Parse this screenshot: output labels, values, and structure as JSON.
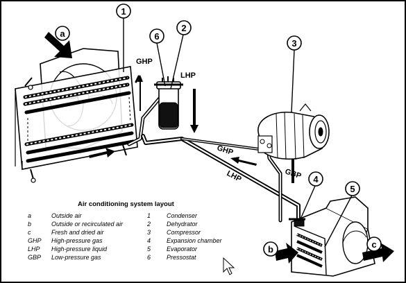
{
  "diagram": {
    "title": "Air conditioning system layout",
    "callouts": {
      "n1": "1",
      "n2": "2",
      "n3": "3",
      "n4": "4",
      "n5": "5",
      "n6": "6",
      "a": "a",
      "b": "b",
      "c": "c"
    },
    "flow_labels": {
      "ghp_top": "GHP",
      "lhp_top": "LHP",
      "ghp_mid": "GHP",
      "lhp_mid": "LHP",
      "gbp": "GBP"
    },
    "legend_left": [
      {
        "key": "a",
        "text": "Outside air"
      },
      {
        "key": "b",
        "text": "Outside or recirculated air"
      },
      {
        "key": "c",
        "text": "Fresh and dried air"
      },
      {
        "key": "GHP",
        "text": "High-pressure gas"
      },
      {
        "key": "LHP",
        "text": "High-pressure liquid"
      },
      {
        "key": "GBP",
        "text": "Low-pressure gas"
      }
    ],
    "legend_right": [
      {
        "key": "1",
        "text": "Condenser"
      },
      {
        "key": "2",
        "text": "Dehydrator"
      },
      {
        "key": "3",
        "text": "Compressor"
      },
      {
        "key": "4",
        "text": "Expansion chamber"
      },
      {
        "key": "5",
        "text": "Evaporator"
      },
      {
        "key": "6",
        "text": "Pressostat"
      }
    ]
  }
}
